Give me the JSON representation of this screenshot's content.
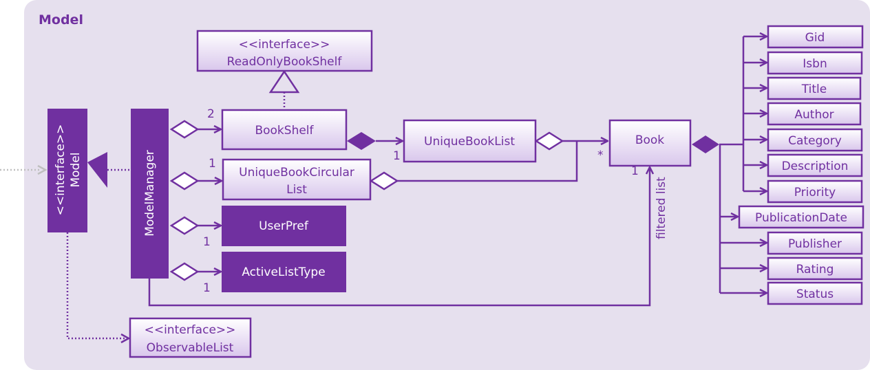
{
  "package": {
    "title": "Model"
  },
  "classes": {
    "readonly_bookshelf": {
      "stereotype": "<<interface>>",
      "name": "ReadOnlyBookShelf"
    },
    "model_interface": {
      "stereotype": "<<interface>>",
      "name": "Model"
    },
    "model_manager": {
      "name": "ModelManager"
    },
    "bookshelf": {
      "name": "BookShelf"
    },
    "unique_book_circular_list": {
      "line1": "UniqueBookCircular",
      "line2": "List"
    },
    "user_pref": {
      "name": "UserPref"
    },
    "active_list_type": {
      "name": "ActiveListType"
    },
    "unique_book_list": {
      "name": "UniqueBookList"
    },
    "book": {
      "name": "Book"
    },
    "observable_list": {
      "stereotype": "<<interface>>",
      "name": "ObservableList"
    }
  },
  "attributes": [
    {
      "name": "Gid"
    },
    {
      "name": "Isbn"
    },
    {
      "name": "Title"
    },
    {
      "name": "Author"
    },
    {
      "name": "Category"
    },
    {
      "name": "Description"
    },
    {
      "name": "Priority"
    },
    {
      "name": "PublicationDate"
    },
    {
      "name": "Publisher"
    },
    {
      "name": "Rating"
    },
    {
      "name": "Status"
    }
  ],
  "multiplicities": {
    "bookshelf": "2",
    "circular_list": "1",
    "user_pref": "1",
    "active_list_type": "1",
    "unique_book_list": "1",
    "book_many": "*",
    "book_filtered": "1"
  },
  "labels": {
    "filtered_list": "filtered list"
  },
  "colors": {
    "package_bg": "#e6e0ee",
    "accent": "#7030a0",
    "class_fill_light": "#ece3f5",
    "class_fill_dark": "#7030a0"
  }
}
